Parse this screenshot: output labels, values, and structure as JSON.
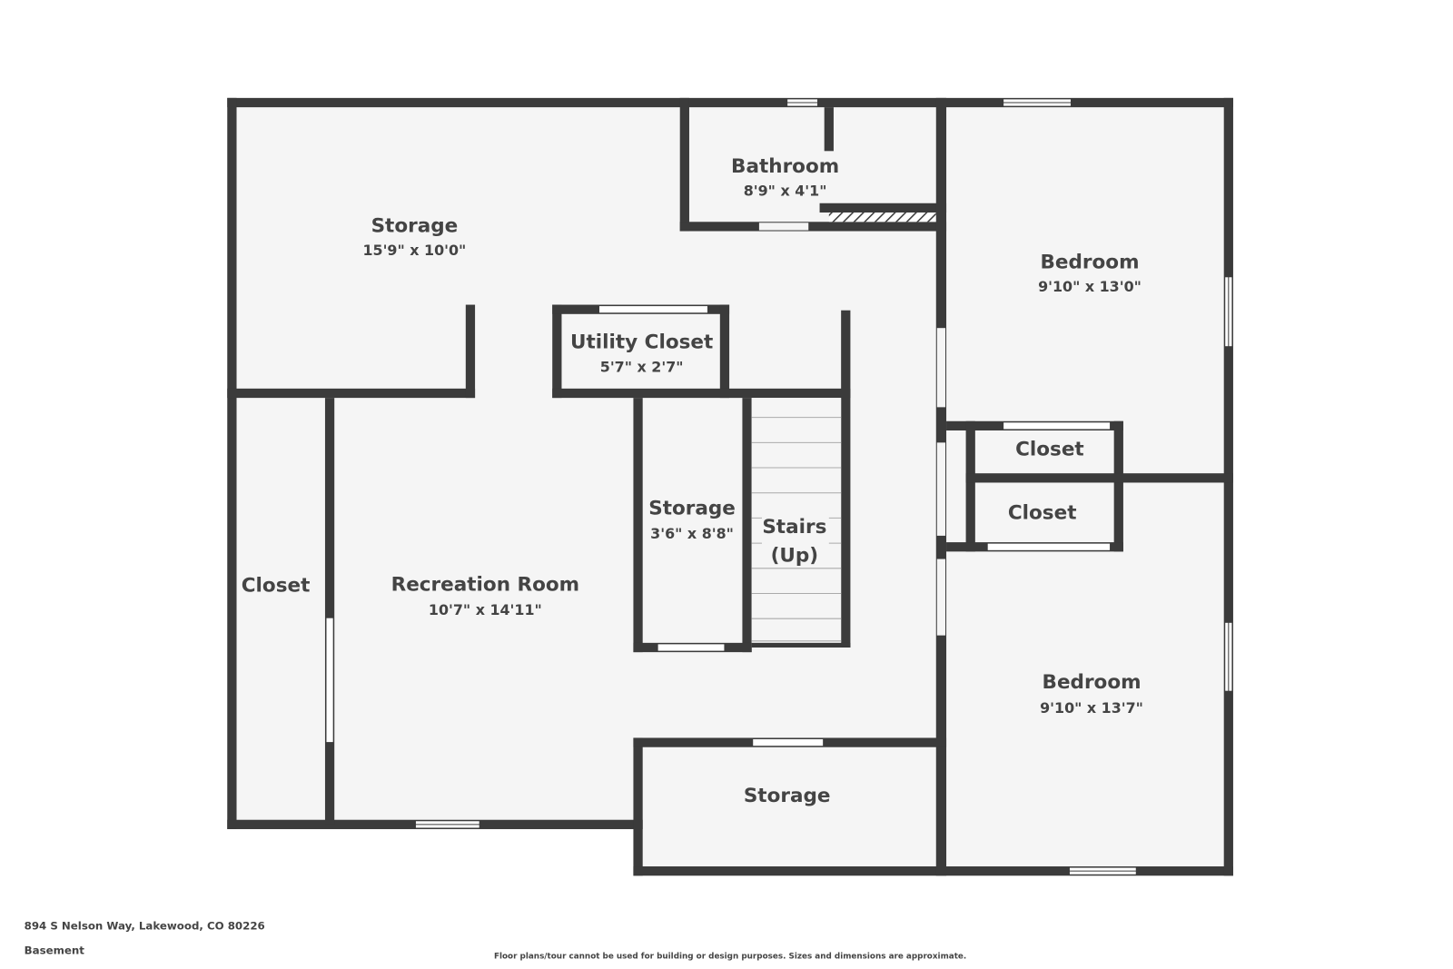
{
  "rooms": {
    "storage_top": {
      "name": "Storage",
      "dims": "15'9\" x 10'0\""
    },
    "bathroom": {
      "name": "Bathroom",
      "dims": "8'9\" x 4'1\""
    },
    "bedroom_top": {
      "name": "Bedroom",
      "dims": "9'10\" x 13'0\""
    },
    "utility_closet": {
      "name": "Utility Closet",
      "dims": "5'7\" x 2'7\""
    },
    "closet_upper": {
      "name": "Closet"
    },
    "closet_lower": {
      "name": "Closet"
    },
    "storage_middle": {
      "name": "Storage",
      "dims": "3'6\" x 8'8\""
    },
    "stairs": {
      "name": "Stairs",
      "direction": "(Up)"
    },
    "closet_left": {
      "name": "Closet"
    },
    "recreation_room": {
      "name": "Recreation Room",
      "dims": "10'7\" x 14'11\""
    },
    "bedroom_bottom": {
      "name": "Bedroom",
      "dims": "9'10\" x 13'7\""
    },
    "storage_bottom": {
      "name": "Storage"
    }
  },
  "footer": {
    "address": "894 S Nelson Way, Lakewood, CO 80226",
    "level": "Basement",
    "disclaimer": "Floor plans/tour cannot be used for building or design purposes. Sizes and dimensions are approximate."
  },
  "colors": {
    "wall": "#3b3b3b",
    "floor": "#f5f5f5",
    "text": "#444444"
  }
}
